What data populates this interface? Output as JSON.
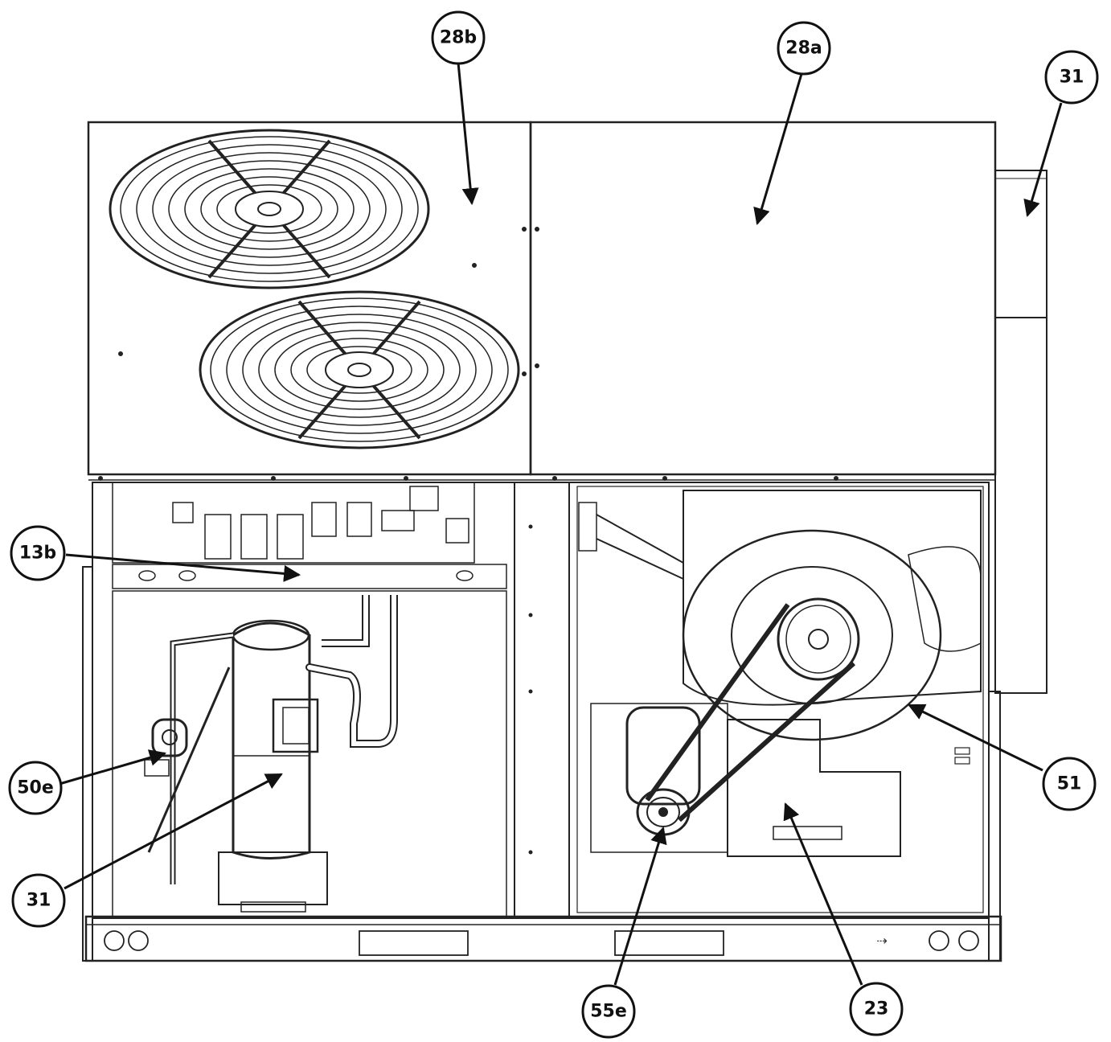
{
  "callouts": [
    {
      "id": "28b",
      "label": "28b"
    },
    {
      "id": "28a",
      "label": "28a"
    },
    {
      "id": "31-top",
      "label": "31"
    },
    {
      "id": "13b",
      "label": "13b"
    },
    {
      "id": "50e",
      "label": "50e"
    },
    {
      "id": "31-bottom",
      "label": "31"
    },
    {
      "id": "51",
      "label": "51"
    },
    {
      "id": "55e",
      "label": "55e"
    },
    {
      "id": "23",
      "label": "23"
    }
  ],
  "colors": {
    "line": "#222222",
    "fill": "#ffffff",
    "shade": "#e8e8e8"
  }
}
